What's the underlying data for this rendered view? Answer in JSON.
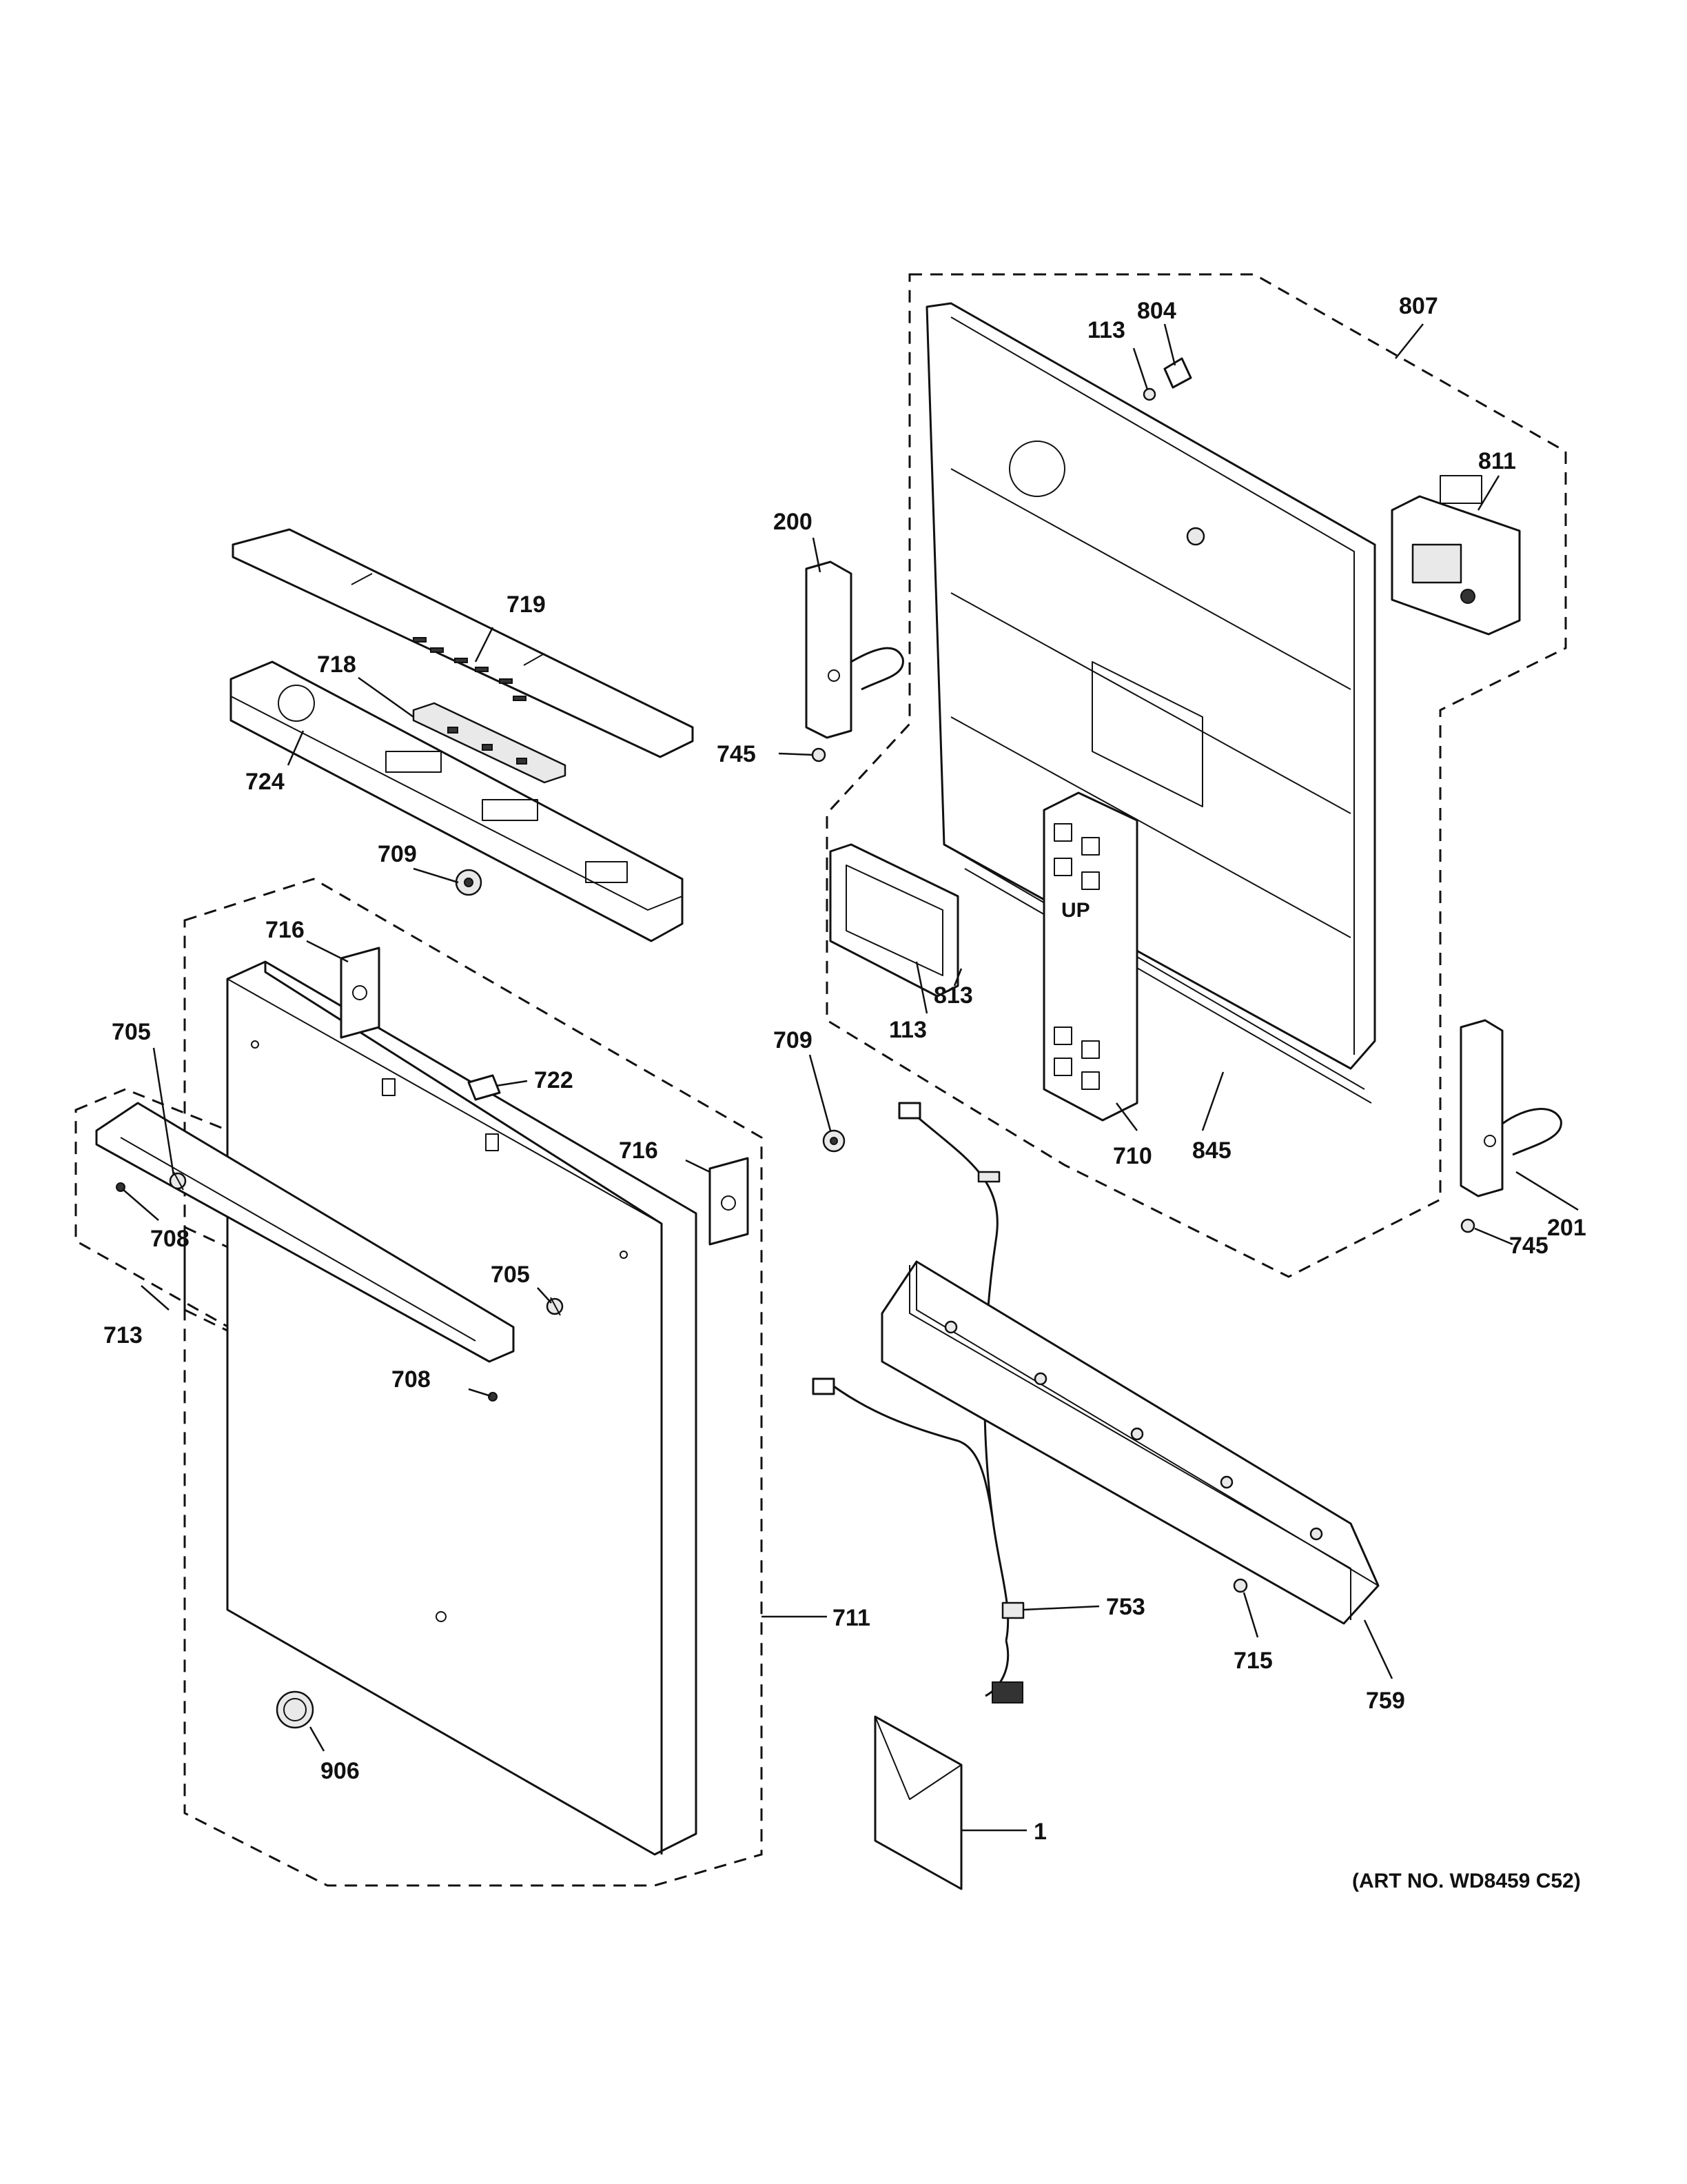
{
  "labels": {
    "p1": "1",
    "p113a": "113",
    "p113b": "113",
    "p200": "200",
    "p201": "201",
    "p705a": "705",
    "p705b": "705",
    "p708a": "708",
    "p708b": "708",
    "p709a": "709",
    "p709b": "709",
    "p710": "710",
    "p711": "711",
    "p713": "713",
    "p715": "715",
    "p716a": "716",
    "p716b": "716",
    "p718": "718",
    "p719": "719",
    "p722": "722",
    "p724": "724",
    "p745a": "745",
    "p745b": "745",
    "p753": "753",
    "p759": "759",
    "p804": "804",
    "p807": "807",
    "p811": "811",
    "p813": "813",
    "p845": "845",
    "p906": "906",
    "up_mark": "UP"
  },
  "art_number": "(ART NO. WD8459 C52)"
}
